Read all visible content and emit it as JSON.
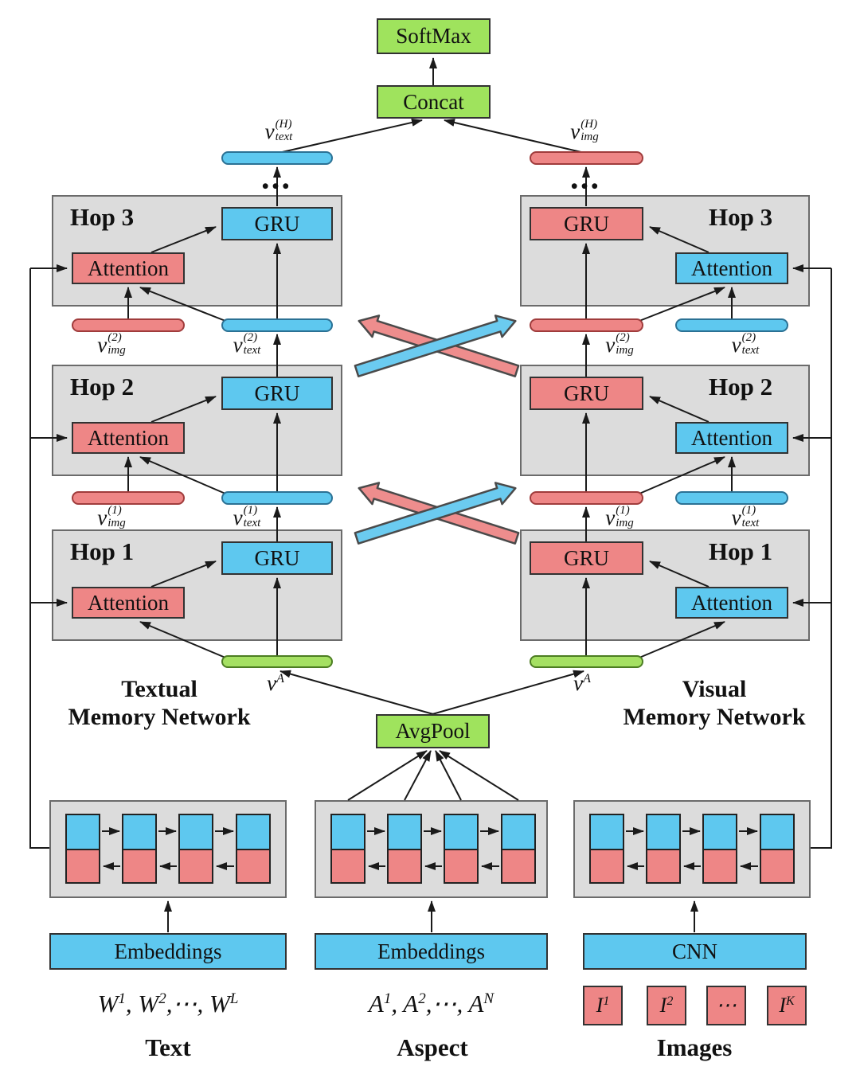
{
  "diagram": {
    "top": {
      "softmax": "SoftMax",
      "concat": "Concat",
      "ellipsis": "•••"
    },
    "panels": {
      "textual": {
        "title_line1": "Textual",
        "title_line2": "Memory Network",
        "gru": "GRU",
        "attention": "Attention",
        "hops": [
          {
            "name": "Hop 3"
          },
          {
            "name": "Hop 2"
          },
          {
            "name": "Hop 1"
          }
        ]
      },
      "visual": {
        "title_line1": "Visual",
        "title_line2": "Memory Network",
        "gru": "GRU",
        "attention": "Attention",
        "hops": [
          {
            "name": "Hop 3"
          },
          {
            "name": "Hop 2"
          },
          {
            "name": "Hop 1"
          }
        ]
      }
    },
    "vectors": {
      "v_text_H": [
        {
          "t": "v",
          "sub": "text",
          "sup": "(H)"
        }
      ],
      "v_img_H": [
        {
          "t": "v",
          "sub": "img",
          "sup": "(H)"
        }
      ],
      "v_img_2": [
        {
          "t": "v",
          "sub": "img",
          "sup": "(2)"
        }
      ],
      "v_text_2": [
        {
          "t": "v",
          "sub": "text",
          "sup": "(2)"
        }
      ],
      "v_img_1": [
        {
          "t": "v",
          "sub": "img",
          "sup": "(1)"
        }
      ],
      "v_text_1": [
        {
          "t": "v",
          "sub": "text",
          "sup": "(1)"
        }
      ],
      "v_A": [
        {
          "t": "v",
          "sup": "A"
        }
      ]
    },
    "bottom": {
      "avgpool": "AvgPool",
      "text_encoder": "Embeddings",
      "aspect_encoder": "Embeddings",
      "image_encoder": "CNN",
      "text_tokens": [
        {
          "t": "W",
          "sub": "1"
        },
        {
          "t": ", W",
          "sub": "2"
        },
        {
          "t": ", "
        },
        {
          "t": "⋯"
        },
        {
          "t": " , W",
          "sub": "L"
        }
      ],
      "aspect_tokens": [
        {
          "t": "A",
          "sub": "1"
        },
        {
          "t": ", A",
          "sub": "2"
        },
        {
          "t": ", "
        },
        {
          "t": "⋯"
        },
        {
          "t": " , A",
          "sub": "N"
        }
      ],
      "image_items": [
        [
          {
            "t": "I",
            "sub": "1"
          }
        ],
        [
          {
            "t": "I",
            "sub": "2"
          }
        ],
        [
          {
            "t": "⋯"
          }
        ],
        [
          {
            "t": "I",
            "sub": "K"
          }
        ]
      ],
      "captions": {
        "text": "Text",
        "aspect": "Aspect",
        "images": "Images"
      }
    },
    "colors": {
      "green": "#9fe35d",
      "blue": "#5ec8ef",
      "red": "#ee8686",
      "panel": "#dcdcdc"
    }
  }
}
